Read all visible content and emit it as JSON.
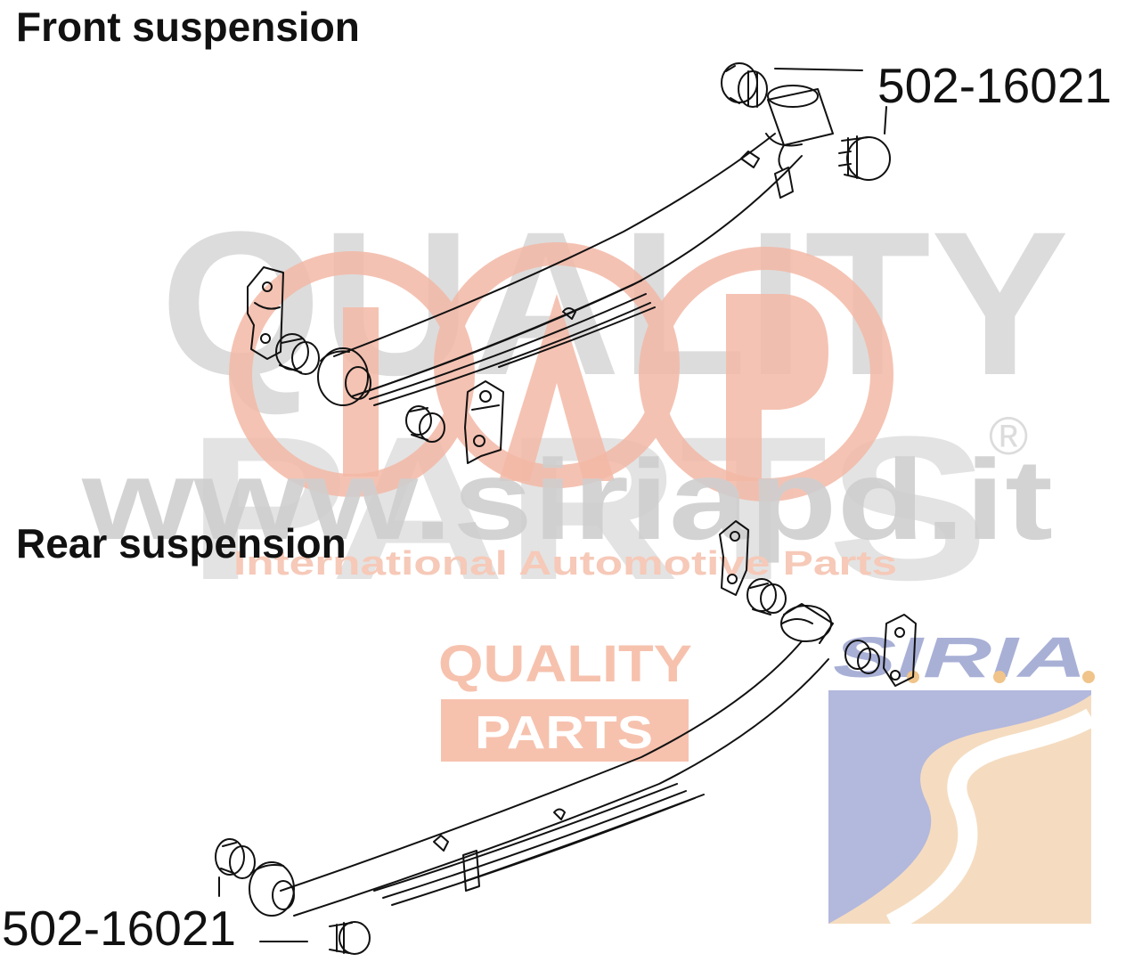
{
  "headings": {
    "front": "Front suspension",
    "rear": "Rear suspension"
  },
  "callouts": {
    "front_part": "502-16021",
    "rear_part": "502-16021"
  },
  "watermark": {
    "big_line1": "QUALITY",
    "big_line2": "PARTS",
    "registered": "®",
    "url": "www.siriapd.it",
    "tagline": "International Automotive Parts",
    "badge_line1": "QUALITY",
    "badge_line2": "PARTS",
    "brand": "SIRIA",
    "colors": {
      "grey": "#d9d9d9",
      "salmon": "#f3b8a6",
      "url_grey": "#cfcfcf",
      "tagline": "#f6c9b8",
      "brand_blue": "#a9b0d6",
      "brand_orange": "#f4d8b6"
    }
  },
  "colors": {
    "ink": "#111111",
    "background": "#ffffff"
  }
}
